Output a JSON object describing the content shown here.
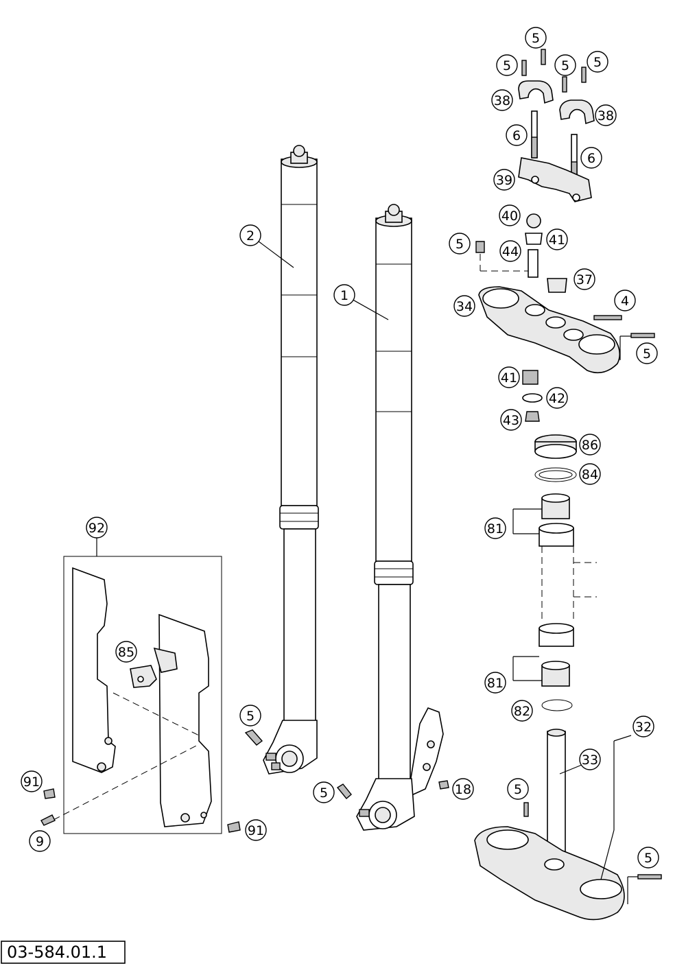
{
  "document_number": "03-584.01.1",
  "callouts": [
    {
      "id": "c1",
      "label": "5"
    },
    {
      "id": "c2",
      "label": "5"
    },
    {
      "id": "c3",
      "label": "5"
    },
    {
      "id": "c4",
      "label": "5"
    },
    {
      "id": "c5",
      "label": "38"
    },
    {
      "id": "c6",
      "label": "38"
    },
    {
      "id": "c7",
      "label": "6"
    },
    {
      "id": "c8",
      "label": "6"
    },
    {
      "id": "c9",
      "label": "39"
    },
    {
      "id": "c10",
      "label": "40"
    },
    {
      "id": "c11",
      "label": "41"
    },
    {
      "id": "c12",
      "label": "5"
    },
    {
      "id": "c13",
      "label": "44"
    },
    {
      "id": "c14",
      "label": "37"
    },
    {
      "id": "c15",
      "label": "34"
    },
    {
      "id": "c16",
      "label": "4"
    },
    {
      "id": "c17",
      "label": "5"
    },
    {
      "id": "c18",
      "label": "41"
    },
    {
      "id": "c19",
      "label": "42"
    },
    {
      "id": "c20",
      "label": "43"
    },
    {
      "id": "c21",
      "label": "86"
    },
    {
      "id": "c22",
      "label": "84"
    },
    {
      "id": "c23",
      "label": "81"
    },
    {
      "id": "c24",
      "label": "81"
    },
    {
      "id": "c25",
      "label": "82"
    },
    {
      "id": "c26",
      "label": "32"
    },
    {
      "id": "c27",
      "label": "33"
    },
    {
      "id": "c28",
      "label": "5"
    },
    {
      "id": "c29",
      "label": "5"
    },
    {
      "id": "c30",
      "label": "2"
    },
    {
      "id": "c31",
      "label": "1"
    },
    {
      "id": "c32",
      "label": "92"
    },
    {
      "id": "c33",
      "label": "85"
    },
    {
      "id": "c34",
      "label": "5"
    },
    {
      "id": "c35",
      "label": "5"
    },
    {
      "id": "c36",
      "label": "18"
    },
    {
      "id": "c37",
      "label": "91"
    },
    {
      "id": "c38",
      "label": "9"
    },
    {
      "id": "c39",
      "label": "91"
    }
  ]
}
